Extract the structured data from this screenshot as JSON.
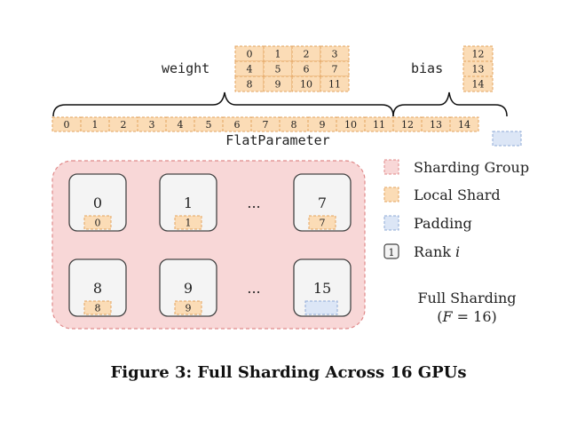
{
  "weight_label": "weight",
  "bias_label": "bias",
  "weight_matrix": [
    [
      "0",
      "1",
      "2",
      "3"
    ],
    [
      "4",
      "5",
      "6",
      "7"
    ],
    [
      "8",
      "9",
      "10",
      "11"
    ]
  ],
  "bias_vector": [
    "12",
    "13",
    "14"
  ],
  "flat_parameter_label": "FlatParameter",
  "flat_cells": [
    "0",
    "1",
    "2",
    "3",
    "4",
    "5",
    "6",
    "7",
    "8",
    "9",
    "10",
    "11",
    "12",
    "13",
    "14"
  ],
  "gpus": [
    {
      "rank": "0",
      "shard": "0",
      "padding": false
    },
    {
      "rank": "1",
      "shard": "1",
      "padding": false
    },
    {
      "rank": "7",
      "shard": "7",
      "padding": false
    },
    {
      "rank": "8",
      "shard": "8",
      "padding": false
    },
    {
      "rank": "9",
      "shard": "9",
      "padding": false
    },
    {
      "rank": "15",
      "shard": "",
      "padding": true
    }
  ],
  "ellipsis": "...",
  "legend": {
    "sharding_group": "Sharding Group",
    "local_shard": "Local Shard",
    "padding": "Padding",
    "rank_prefix": "Rank ",
    "rank_var": "i",
    "rank_example": "1"
  },
  "strategy": {
    "line1": "Full Sharding",
    "line2_open": "(",
    "line2_var": "F",
    "line2_rest": " = 16)"
  },
  "caption": "Figure 3: Full Sharding Across 16 GPUs",
  "colors": {
    "shard_fill": "#fbdcb6",
    "shard_stroke": "#e3a35f",
    "padding_fill": "#dce6f6",
    "padding_stroke": "#8ea9d6",
    "group_fill": "#f8d7d7",
    "group_stroke": "#e08a8a",
    "gpu_fill": "#f4f4f4",
    "gpu_stroke": "#444444",
    "text": "#222222"
  }
}
